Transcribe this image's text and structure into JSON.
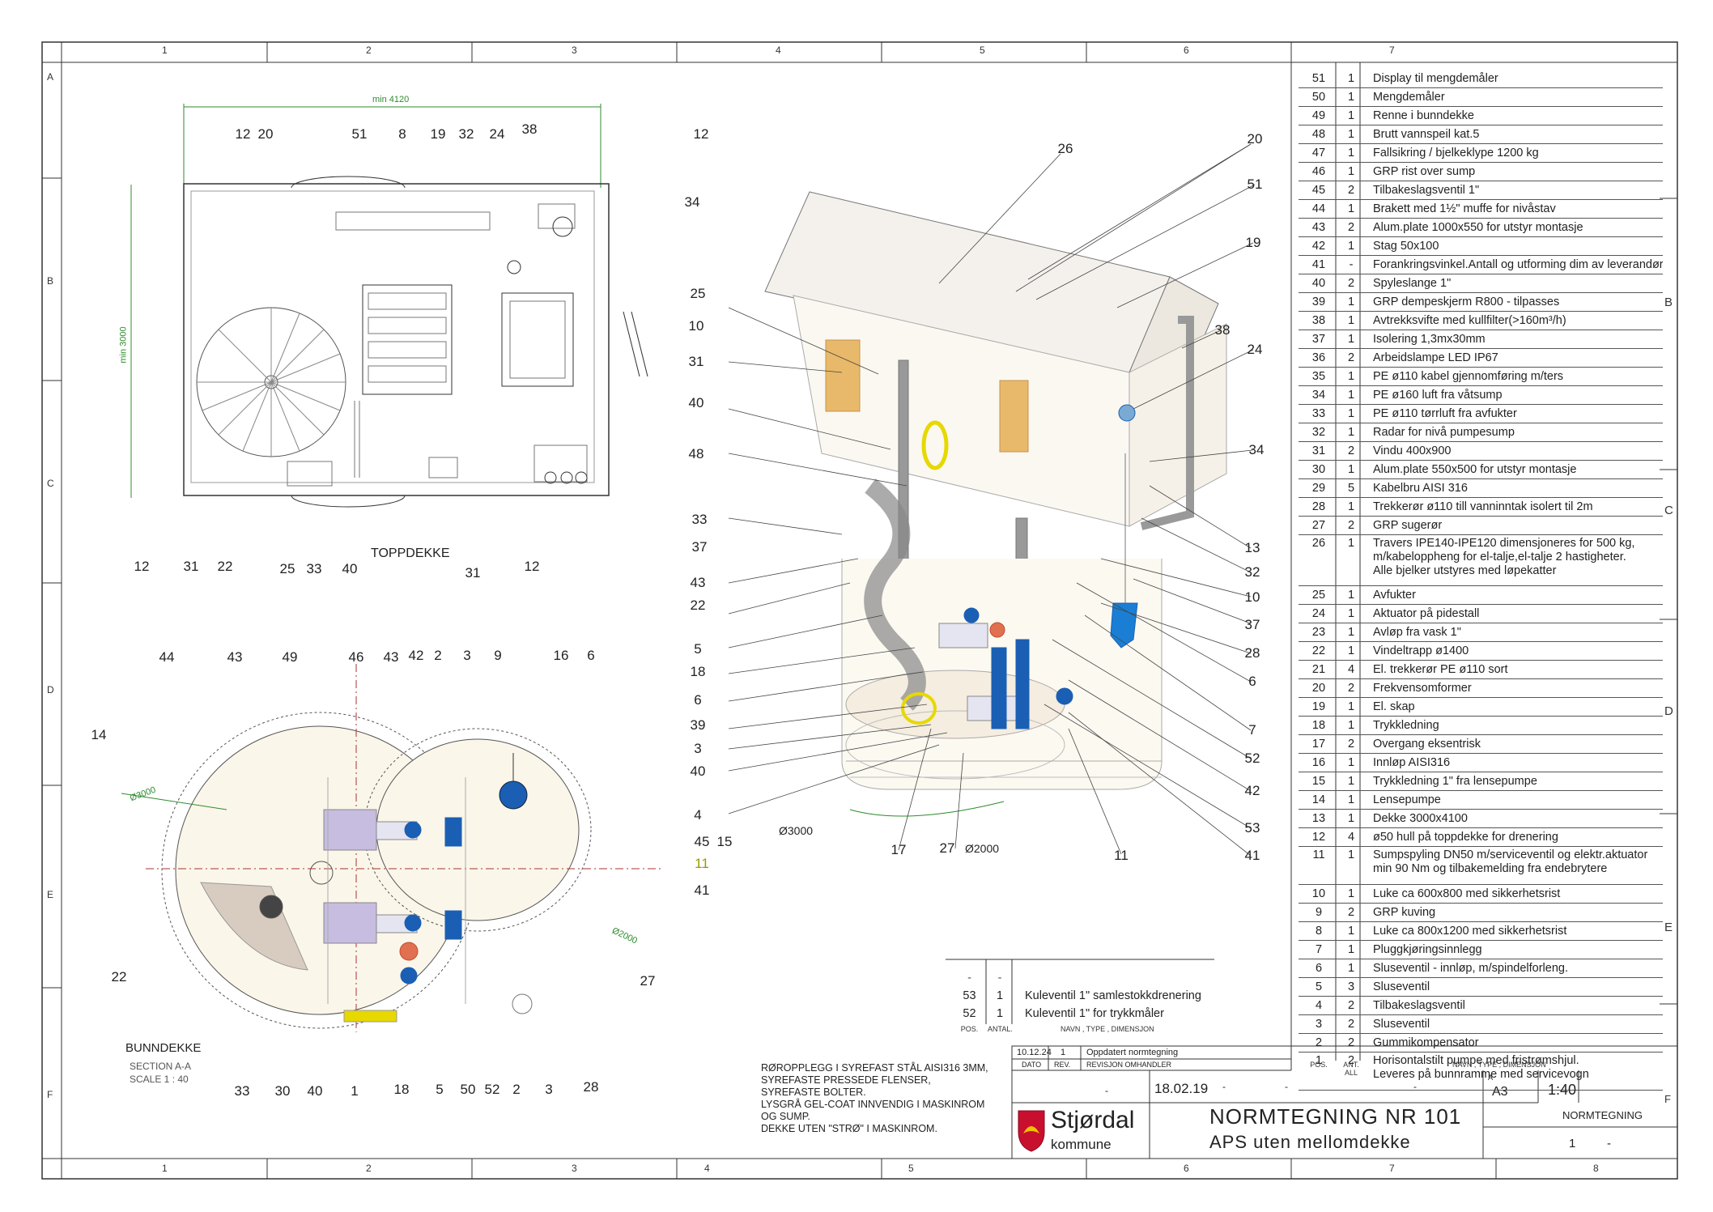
{
  "grid": {
    "columns_top": [
      "1",
      "2",
      "3",
      "4",
      "5",
      "6",
      "7"
    ],
    "columns_bottom": [
      "1",
      "2",
      "3",
      "4",
      "5",
      "6",
      "7",
      "8"
    ],
    "rows_left": [
      "A",
      "B",
      "C",
      "D",
      "E",
      "F"
    ],
    "rows_right": [
      "B",
      "C",
      "D",
      "E",
      "F"
    ]
  },
  "top_view": {
    "title": "TOPPDEKKE",
    "dim_width": "min 4120",
    "dim_height": "min 3000",
    "callouts_top": [
      "12",
      "20",
      "51",
      "8",
      "19",
      "32",
      "24",
      "38",
      "12"
    ],
    "callouts_right": [
      "34",
      "10"
    ],
    "callouts_bottom": [
      "12",
      "31",
      "22",
      "25",
      "33",
      "40",
      "31",
      "12"
    ]
  },
  "bottom_view": {
    "title": "BUNNDEKKE",
    "section": "SECTION A-A",
    "scale": "SCALE 1 : 40",
    "dim_a": "Ø3000",
    "dim_b": "Ø2000",
    "callouts_top": [
      "44",
      "43",
      "49",
      "46",
      "43",
      "42",
      "2",
      "3",
      "9",
      "16",
      "6"
    ],
    "callouts_left": [
      "14",
      "22"
    ],
    "callouts_right": [
      "45",
      "15",
      "11",
      "41",
      "27"
    ],
    "callouts_bottom": [
      "33",
      "30",
      "40",
      "1",
      "18",
      "5",
      "50",
      "52",
      "2",
      "3",
      "28"
    ]
  },
  "iso_view": {
    "callouts_left": [
      "25",
      "31",
      "40",
      "48",
      "33",
      "37",
      "43",
      "22",
      "5",
      "18",
      "6",
      "39",
      "3",
      "40",
      "4"
    ],
    "callouts_top": [
      "26",
      "20",
      "51",
      "19",
      "38",
      "24",
      "34"
    ],
    "callouts_right": [
      "13",
      "32",
      "10",
      "37",
      "28",
      "6",
      "7",
      "52",
      "42",
      "53",
      "41"
    ],
    "callouts_bottom": [
      "17",
      "27",
      "11"
    ],
    "dim_a": "Ø3000",
    "dim_b": "Ø2000"
  },
  "bom": [
    {
      "pos": "51",
      "qty": "1",
      "desc": "Display til mengdemåler"
    },
    {
      "pos": "50",
      "qty": "1",
      "desc": "Mengdemåler"
    },
    {
      "pos": "49",
      "qty": "1",
      "desc": "Renne i bunndekke"
    },
    {
      "pos": "48",
      "qty": "1",
      "desc": "Brutt vannspeil kat.5"
    },
    {
      "pos": "47",
      "qty": "1",
      "desc": "Fallsikring / bjelkeklype 1200 kg"
    },
    {
      "pos": "46",
      "qty": "1",
      "desc": "GRP rist over sump"
    },
    {
      "pos": "45",
      "qty": "2",
      "desc": "Tilbakeslagsventil 1\""
    },
    {
      "pos": "44",
      "qty": "1",
      "desc": "Brakett med 1½\" muffe for nivåstav"
    },
    {
      "pos": "43",
      "qty": "2",
      "desc": "Alum.plate 1000x550 for utstyr montasje"
    },
    {
      "pos": "42",
      "qty": "1",
      "desc": "Stag 50x100"
    },
    {
      "pos": "41",
      "qty": "-",
      "desc": "Forankringsvinkel.Antall og utforming dim av leverandør"
    },
    {
      "pos": "40",
      "qty": "2",
      "desc": "Spyleslange 1\""
    },
    {
      "pos": "39",
      "qty": "1",
      "desc": "GRP dempeskjerm R800 - tilpasses"
    },
    {
      "pos": "38",
      "qty": "1",
      "desc": "Avtrekksvifte med kullfilter(>160m³/h)"
    },
    {
      "pos": "37",
      "qty": "1",
      "desc": "Isolering 1,3mx30mm"
    },
    {
      "pos": "36",
      "qty": "2",
      "desc": "Arbeidslampe LED  IP67"
    },
    {
      "pos": "35",
      "qty": "1",
      "desc": "PE ø110 kabel gjennomføring m/ters"
    },
    {
      "pos": "34",
      "qty": "1",
      "desc": "PE ø160 luft fra våtsump"
    },
    {
      "pos": "33",
      "qty": "1",
      "desc": "PE ø110  tørrluft fra avfukter"
    },
    {
      "pos": "32",
      "qty": "1",
      "desc": "Radar for nivå pumpesump"
    },
    {
      "pos": "31",
      "qty": "2",
      "desc": "Vindu 400x900"
    },
    {
      "pos": "30",
      "qty": "1",
      "desc": "Alum.plate 550x500 for utstyr montasje"
    },
    {
      "pos": "29",
      "qty": "5",
      "desc": "Kabelbru AISI 316"
    },
    {
      "pos": "28",
      "qty": "1",
      "desc": "Trekkerør ø110 till vanninntak isolert til 2m"
    },
    {
      "pos": "27",
      "qty": "2",
      "desc": "GRP sugerør"
    },
    {
      "pos": "26",
      "qty": "1",
      "desc": "Travers IPE140-IPE120 dimensjoneres for 500 kg,\nm/kabeloppheng for el-talje,el-talje 2 hastigheter.\nAlle bjelker utstyres med løpekatter",
      "tall": true
    },
    {
      "pos": "25",
      "qty": "1",
      "desc": "Avfukter"
    },
    {
      "pos": "24",
      "qty": "1",
      "desc": "Aktuator på pidestall"
    },
    {
      "pos": "23",
      "qty": "1",
      "desc": "Avløp fra vask 1\""
    },
    {
      "pos": "22",
      "qty": "1",
      "desc": "Vindeltrapp ø1400"
    },
    {
      "pos": "21",
      "qty": "4",
      "desc": "El. trekkerør PE ø110 sort"
    },
    {
      "pos": "20",
      "qty": "2",
      "desc": "Frekvensomformer"
    },
    {
      "pos": "19",
      "qty": "1",
      "desc": "El. skap"
    },
    {
      "pos": "18",
      "qty": "1",
      "desc": "Trykkledning"
    },
    {
      "pos": "17",
      "qty": "2",
      "desc": "Overgang eksentrisk"
    },
    {
      "pos": "16",
      "qty": "1",
      "desc": "Innløp  AISI316"
    },
    {
      "pos": "15",
      "qty": "1",
      "desc": "Trykkledning 1\" fra lensepumpe"
    },
    {
      "pos": "14",
      "qty": "1",
      "desc": "Lensepumpe"
    },
    {
      "pos": "13",
      "qty": "1",
      "desc": "Dekke  3000x4100"
    },
    {
      "pos": "12",
      "qty": "4",
      "desc": "ø50 hull på toppdekke for drenering"
    },
    {
      "pos": "11",
      "qty": "1",
      "desc": "Sumpspyling DN50 m/serviceventil og elektr.aktuator\nmin 90 Nm og tilbakemelding fra endebrytere",
      "tall2": true
    },
    {
      "pos": "10",
      "qty": "1",
      "desc": "Luke ca 600x800 med sikkerhetsrist"
    },
    {
      "pos": "9",
      "qty": "2",
      "desc": "GRP kuving"
    },
    {
      "pos": "8",
      "qty": "1",
      "desc": "Luke ca 800x1200 med sikkerhetsrist"
    },
    {
      "pos": "7",
      "qty": "1",
      "desc": "Pluggkjøringsinnlegg"
    },
    {
      "pos": "6",
      "qty": "1",
      "desc": "Sluseventil - innløp, m/spindelforleng."
    },
    {
      "pos": "5",
      "qty": "3",
      "desc": "Sluseventil"
    },
    {
      "pos": "4",
      "qty": "2",
      "desc": "Tilbakeslagsventil"
    },
    {
      "pos": "3",
      "qty": "2",
      "desc": "Sluseventil"
    },
    {
      "pos": "2",
      "qty": "2",
      "desc": "Gummikompensator"
    },
    {
      "pos": "1",
      "qty": "2",
      "desc": "Horisontalstilt pumpe med fristrømshjul.\nLeveres på bunnramme med servicevogn",
      "tall2": true
    }
  ],
  "bom_header": {
    "pos": "POS.",
    "qty": "ANT. ALL",
    "desc": "NAVN , TYPE , DIMENSJON"
  },
  "valve_table": {
    "dash1": "-",
    "dash2": "-",
    "rows": [
      {
        "pos": "53",
        "qty": "1",
        "desc": "Kuleventil 1\"  samlestokkdrenering"
      },
      {
        "pos": "52",
        "qty": "1",
        "desc": "Kuleventil 1\" for trykkmåler"
      }
    ],
    "header": {
      "pos": "POS.",
      "qty": "ANTAL.",
      "desc": "NAVN , TYPE , DIMENSJON"
    }
  },
  "notes": "RØROPPLEGG I SYREFAST STÅL AISI316 3MM,\nSYREFASTE PRESSEDE FLENSER,\nSYREFASTE BOLTER.\nLYSGRÅ  GEL-COAT INNVENDIG I MASKINROM\nOG SUMP.\nDEKKE UTEN \"STRØ\" I MASKINROM.",
  "title_block": {
    "rev_date": "10.12.24",
    "rev_no": "1",
    "rev_text": "Oppdatert normtegning",
    "h_dato": "DATO",
    "h_rev": "REV.",
    "h_revtext": "REVISJON OMHANDLER",
    "date": "18.02.19",
    "dash_a": "-",
    "dash_b": "-",
    "dash_c": "-",
    "dash_d": "-",
    "size_label": "A",
    "size": "A3",
    "scale_label": "1:40",
    "logo_name": "Stjørdal",
    "logo_sub": "kommune",
    "drawing_title": "NORMTEGNING NR 101",
    "drawing_sub": "APS uten mellomdekke",
    "doc_type": "NORMTEGNING",
    "sheet": "1",
    "sheet_dash": "-"
  },
  "colors": {
    "dim_line": "#2e8b2e",
    "accent_blue": "#1a5fb4",
    "wood": "#e8b96a",
    "yellow": "#e6d800",
    "grey": "#777777"
  }
}
